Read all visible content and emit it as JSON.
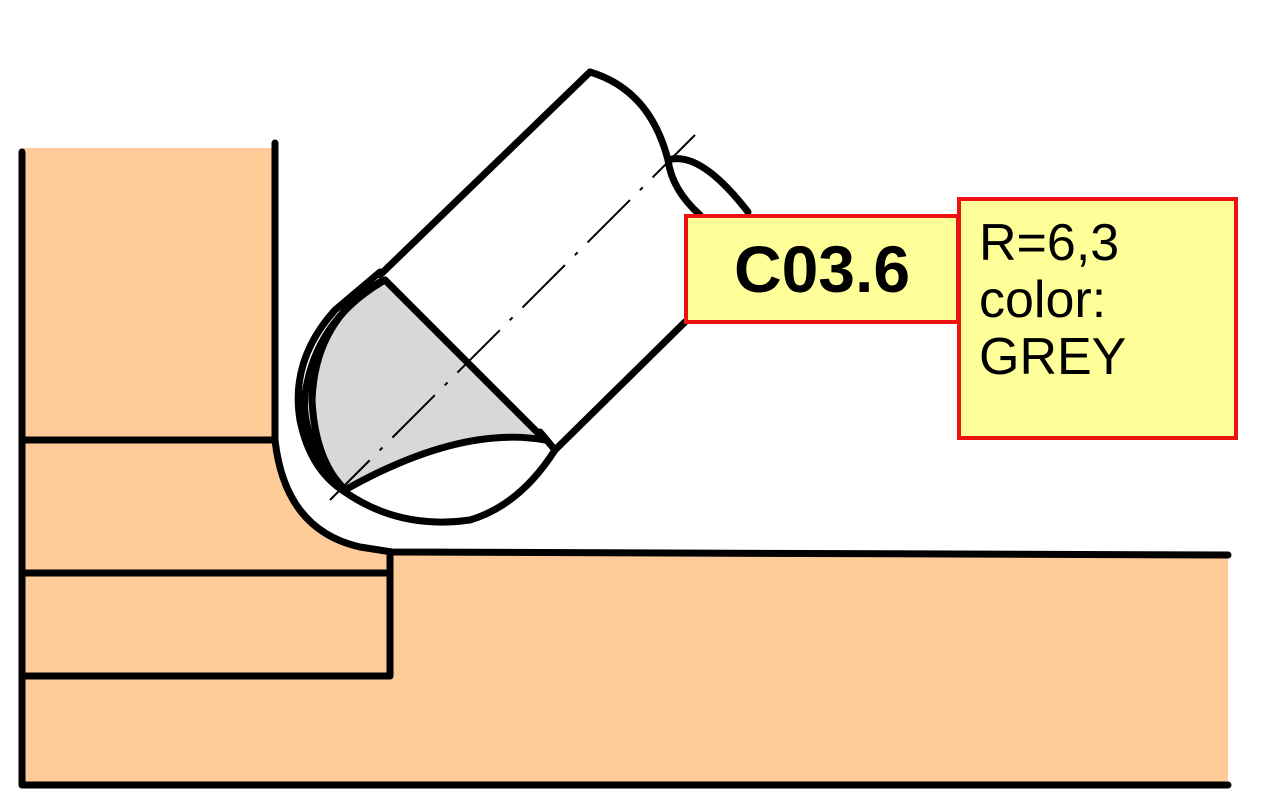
{
  "label": {
    "code": "C03.6"
  },
  "info": {
    "lines": [
      "R=6,3",
      "color:",
      "GREY"
    ]
  },
  "colors": {
    "material": "#FFCC99",
    "tip": "#D8D8D8",
    "label_bg": "#FFFF99",
    "label_border": "#EE1111"
  }
}
